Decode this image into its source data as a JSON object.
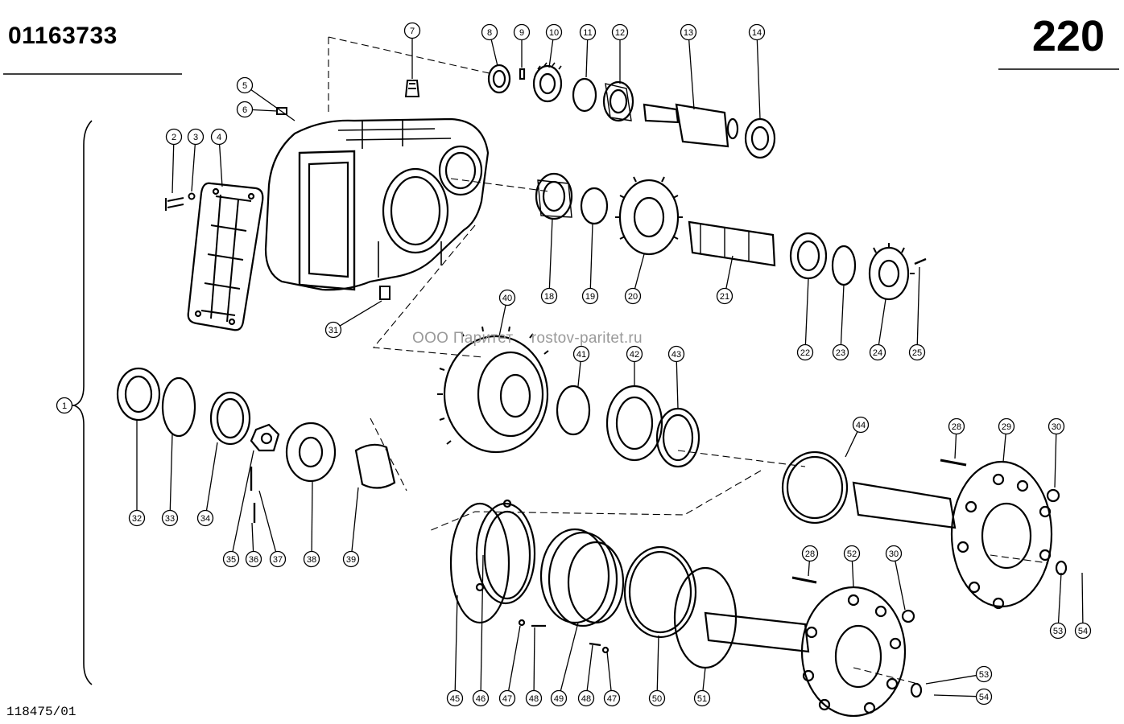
{
  "header": {
    "document_number": "01163733",
    "page_number": "220"
  },
  "footer": {
    "drawing_reference": "118475/01"
  },
  "watermark": {
    "company": "ООО Паритет",
    "site": "rostov-paritet.ru"
  },
  "callouts": [
    {
      "id": "c1",
      "label": "1"
    },
    {
      "id": "c2",
      "label": "2"
    },
    {
      "id": "c3",
      "label": "3"
    },
    {
      "id": "c4",
      "label": "4"
    },
    {
      "id": "c5",
      "label": "5"
    },
    {
      "id": "c6",
      "label": "6"
    },
    {
      "id": "c7",
      "label": "7"
    },
    {
      "id": "c8",
      "label": "8"
    },
    {
      "id": "c9",
      "label": "9"
    },
    {
      "id": "c10",
      "label": "10"
    },
    {
      "id": "c11",
      "label": "11"
    },
    {
      "id": "c12",
      "label": "12"
    },
    {
      "id": "c13",
      "label": "13"
    },
    {
      "id": "c14",
      "label": "14"
    },
    {
      "id": "c18",
      "label": "18"
    },
    {
      "id": "c19",
      "label": "19"
    },
    {
      "id": "c20",
      "label": "20"
    },
    {
      "id": "c21",
      "label": "21"
    },
    {
      "id": "c22",
      "label": "22"
    },
    {
      "id": "c23",
      "label": "23"
    },
    {
      "id": "c24",
      "label": "24"
    },
    {
      "id": "c25",
      "label": "25"
    },
    {
      "id": "c28a",
      "label": "28"
    },
    {
      "id": "c29",
      "label": "29"
    },
    {
      "id": "c30a",
      "label": "30"
    },
    {
      "id": "c31",
      "label": "31"
    },
    {
      "id": "c32",
      "label": "32"
    },
    {
      "id": "c33",
      "label": "33"
    },
    {
      "id": "c34",
      "label": "34"
    },
    {
      "id": "c35",
      "label": "35"
    },
    {
      "id": "c36",
      "label": "36"
    },
    {
      "id": "c37",
      "label": "37"
    },
    {
      "id": "c38",
      "label": "38"
    },
    {
      "id": "c39",
      "label": "39"
    },
    {
      "id": "c40",
      "label": "40"
    },
    {
      "id": "c41",
      "label": "41"
    },
    {
      "id": "c42",
      "label": "42"
    },
    {
      "id": "c43",
      "label": "43"
    },
    {
      "id": "c44",
      "label": "44"
    },
    {
      "id": "c45",
      "label": "45"
    },
    {
      "id": "c46",
      "label": "46"
    },
    {
      "id": "c47a",
      "label": "47"
    },
    {
      "id": "c48a",
      "label": "48"
    },
    {
      "id": "c49",
      "label": "49"
    },
    {
      "id": "c48b",
      "label": "48"
    },
    {
      "id": "c47b",
      "label": "47"
    },
    {
      "id": "c50",
      "label": "50"
    },
    {
      "id": "c51",
      "label": "51"
    },
    {
      "id": "c28b",
      "label": "28"
    },
    {
      "id": "c52",
      "label": "52"
    },
    {
      "id": "c30b",
      "label": "30"
    },
    {
      "id": "c53a",
      "label": "53"
    },
    {
      "id": "c54a",
      "label": "54"
    },
    {
      "id": "c53b",
      "label": "53"
    },
    {
      "id": "c54b",
      "label": "54"
    }
  ]
}
